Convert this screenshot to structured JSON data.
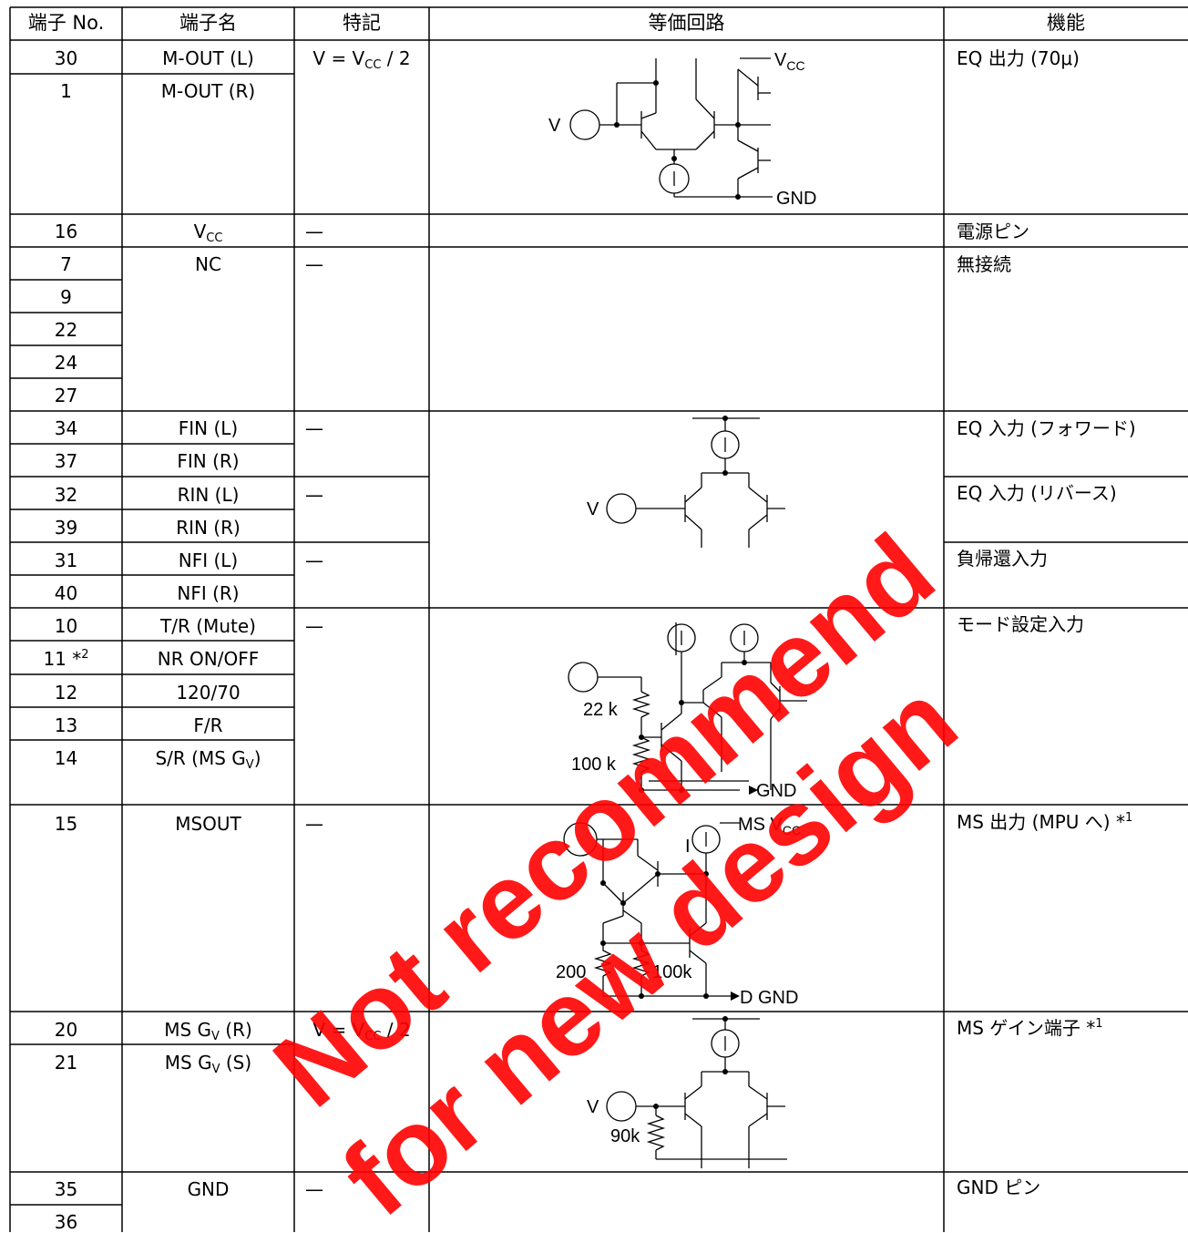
{
  "header": {
    "pin_no": "端子 No.",
    "pin_name": "端子名",
    "note": "特記",
    "circuit": "等価回路",
    "function": "機能"
  },
  "groups": {
    "mout": {
      "pins": [
        "30",
        "1"
      ],
      "names": [
        "M-OUT (L)",
        "M-OUT (R)"
      ],
      "note": "V = V_CC / 2",
      "function": "EQ 出力 (70μ)",
      "circuit_labels": {
        "v": "V",
        "vcc": "V_CC",
        "gnd": "GND"
      }
    },
    "vcc": {
      "pin": "16",
      "name": "V_CC",
      "note": "—",
      "function": "電源ピン"
    },
    "nc": {
      "pins": [
        "7",
        "9",
        "22",
        "24",
        "27"
      ],
      "name": "NC",
      "note": "—",
      "function": "無接続"
    },
    "eq_input": {
      "pins": [
        "34",
        "37",
        "32",
        "39",
        "31",
        "40"
      ],
      "names": [
        "FIN (L)",
        "FIN (R)",
        "RIN (L)",
        "RIN (R)",
        "NFI (L)",
        "NFI (R)"
      ],
      "notes": [
        "—",
        "—",
        "—"
      ],
      "functions": [
        "EQ 入力 (フォワード)",
        "EQ 入力 (リバース)",
        "負帰還入力"
      ],
      "circuit_labels": {
        "v": "V"
      }
    },
    "mode": {
      "pins": [
        "10",
        "11 *",
        "12",
        "13",
        "14"
      ],
      "pin11_sup": "2",
      "names": [
        "T/R (Mute)",
        "NR ON/OFF",
        "120/70",
        "F/R",
        "S/R (MS G_V)"
      ],
      "note": "—",
      "function": "モード設定入力",
      "circuit_labels": {
        "r1": "22 k",
        "r2": "100 k",
        "gnd": "GND"
      }
    },
    "msout": {
      "pin": "15",
      "name": "MSOUT",
      "note": "—",
      "function": "MS 出力 (MPU へ) *",
      "function_sup": "1",
      "circuit_labels": {
        "i": "I",
        "msvcc": "MS V_CC",
        "r1": "200",
        "r2": "100k",
        "dgnd": "D GND"
      }
    },
    "msgv": {
      "pins": [
        "20",
        "21"
      ],
      "names": [
        "MS G_V (R)",
        "MS G_V (S)"
      ],
      "note": "V = V_CC / 2",
      "function": "MS ゲイン端子 *",
      "function_sup": "1",
      "circuit_labels": {
        "v": "V",
        "r": "90k"
      }
    },
    "gnd": {
      "pins": [
        "35",
        "36"
      ],
      "name": "GND",
      "note": "—",
      "function": "GND ピン"
    }
  },
  "watermark": {
    "line1": "Not recommend",
    "line2": "for new design",
    "color": "#ff0000"
  }
}
